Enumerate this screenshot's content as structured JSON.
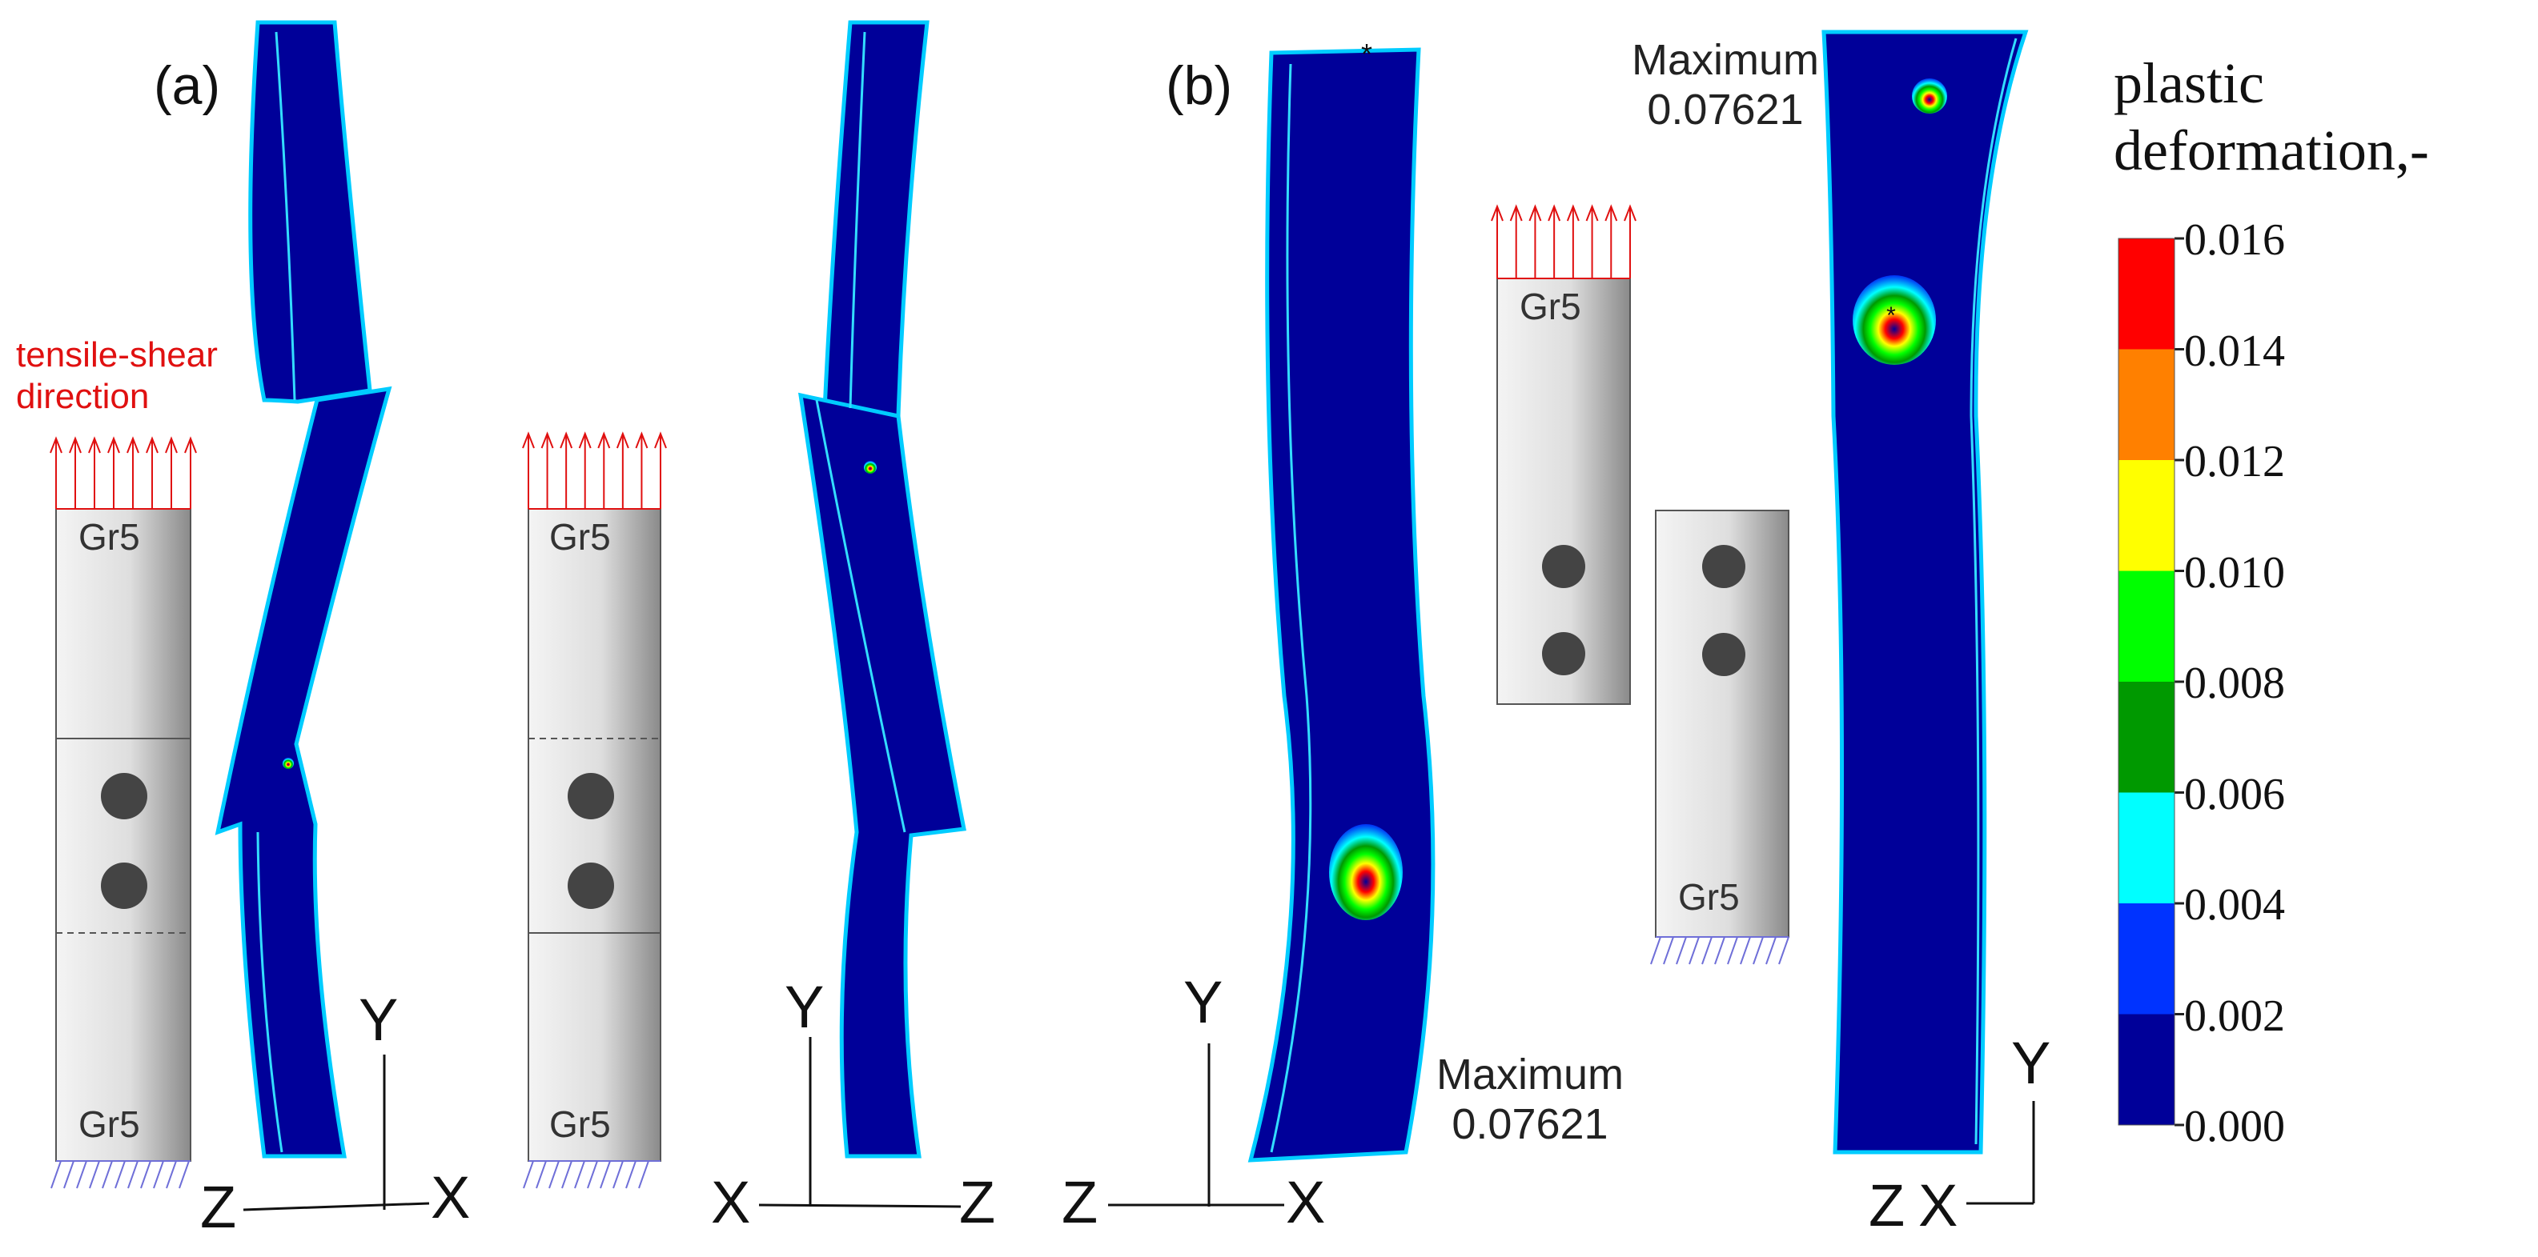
{
  "panels": [
    {
      "label": "(a)"
    },
    {
      "label": "(b)"
    }
  ],
  "annotations": {
    "tensile_direction": [
      "tensile-shear",
      "direction"
    ],
    "maximum_label": "Maximum",
    "maximum_value": "0.07621"
  },
  "specimen_labels": {
    "material": "Gr5"
  },
  "axes": {
    "x": "X",
    "y": "Y",
    "z": "Z"
  },
  "legend": {
    "title_lines": [
      "plastic",
      "deformation,-"
    ],
    "ticks": [
      "0.016",
      "0.014",
      "0.012",
      "0.010",
      "0.008",
      "0.006",
      "0.004",
      "0.002",
      "0.000"
    ],
    "colors": [
      "#ff0000",
      "#ff8000",
      "#ffff00",
      "#00ff00",
      "#009900",
      "#00ffff",
      "#0033ff",
      "#000099"
    ]
  },
  "colors": {
    "mesh_body": "#000099",
    "mesh_edge": "#00ccff",
    "arrow": "#e01010",
    "fixture": "#6f6fd8"
  }
}
